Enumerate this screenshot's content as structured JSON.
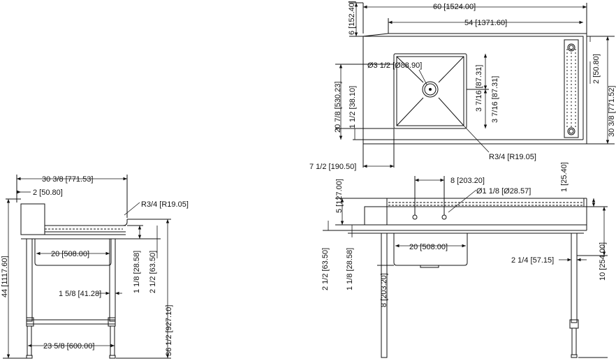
{
  "side_view": {
    "width_total": "30 3/8 [771.53]",
    "backsplash_thickness": "2 [50.80]",
    "radius": "R3/4 [R19.05]",
    "bowl_depth": "20 [508.00]",
    "height_total": "44 [1117.60]",
    "lip_height": "1 1/8 [28.58]",
    "rim_height": "2 1/2 [63.50]",
    "leg_dia": "1 5/8 [41.28]",
    "work_height": "36 1/2 [927.10]",
    "leg_span": "23 5/8 [600.00]"
  },
  "top_view": {
    "length_total": "60 [1524.00]",
    "drainboard_length": "54 [1371.60]",
    "backsplash_depth": "6 [152.40]",
    "drain_dia": "Ø3 1/2 [Ø88.90]",
    "bowl_offset_a": "3 7/16 [87.31]",
    "bowl_offset_b": "3 7/16 [87.31]",
    "side_splash": "2 [50.80]",
    "depth_total": "30 3/8 [771.52]",
    "bowl_width": "20 7/8 [530.23]",
    "rim_offset": "1 1/2 [38.10]",
    "corner_radius": "R3/4 [R19.05]",
    "bowl_inset": "7 1/2 [190.50]"
  },
  "front_view": {
    "faucet_spacing": "8 [203.20]",
    "faucet_hole": "Ø1 1/8 [Ø28.57]",
    "edge_lip": "1 [25.40]",
    "splash_height": "5 [127.00]",
    "bowl_width": "20 [508.00]",
    "rim_height": "2 1/2 [63.50]",
    "lip_height": "1 1/8 [28.58]",
    "bowl_depth": "8 [203.20]",
    "leg_inset": "2 1/4 [57.15]",
    "leg_span": "10 [254.00]"
  }
}
